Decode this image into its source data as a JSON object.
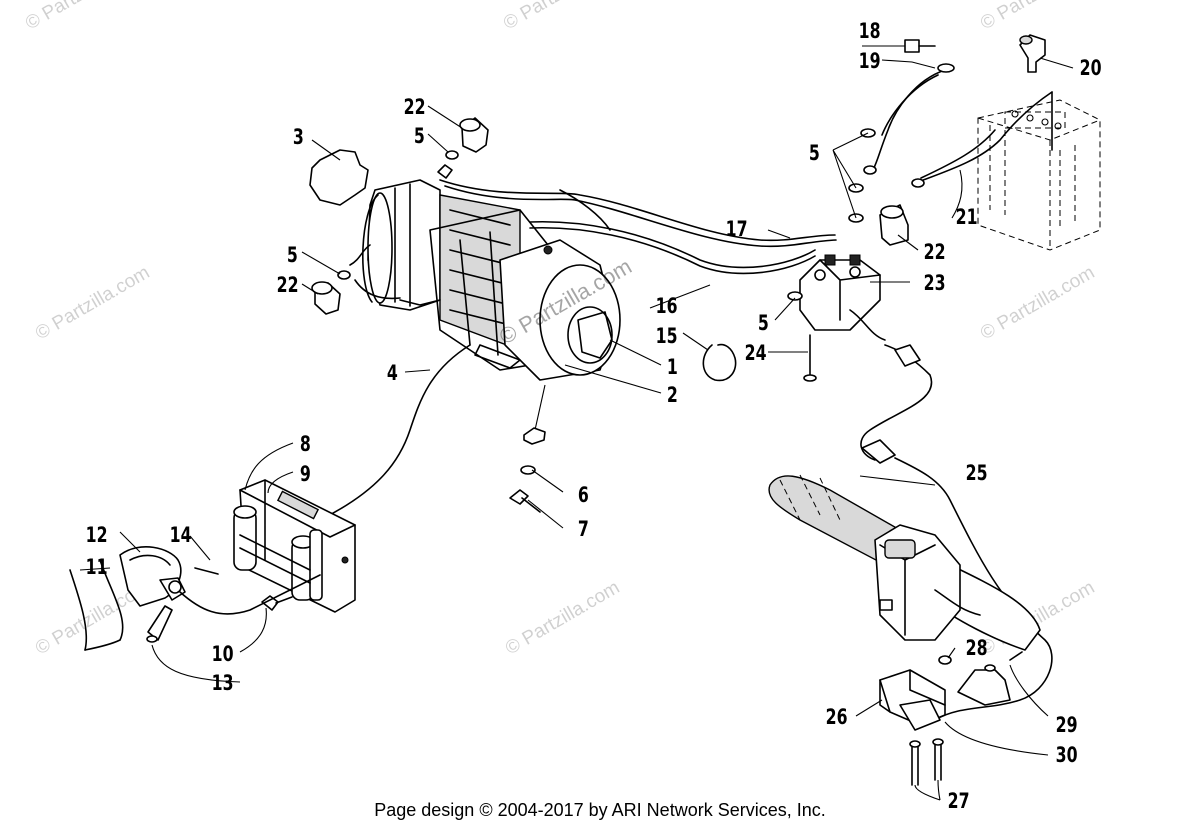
{
  "watermark": "© Partzilla.com",
  "center_watermark": "© Partzilla.com",
  "footer": "Page design © 2004-2017 by ARI Network Services, Inc.",
  "callouts": {
    "c1": "1",
    "c2": "2",
    "c3": "3",
    "c4": "4",
    "c5a": "5",
    "c5b": "5",
    "c5c": "5",
    "c5d": "5",
    "c6": "6",
    "c7": "7",
    "c8": "8",
    "c9": "9",
    "c10": "10",
    "c11": "11",
    "c12": "12",
    "c13": "13",
    "c14": "14",
    "c15": "15",
    "c16": "16",
    "c17": "17",
    "c18": "18",
    "c19": "19",
    "c20": "20",
    "c21": "21",
    "c22a": "22",
    "c22b": "22",
    "c22c": "22",
    "c23": "23",
    "c24": "24",
    "c25": "25",
    "c26": "26",
    "c27": "27",
    "c28": "28",
    "c29": "29",
    "c30": "30"
  }
}
